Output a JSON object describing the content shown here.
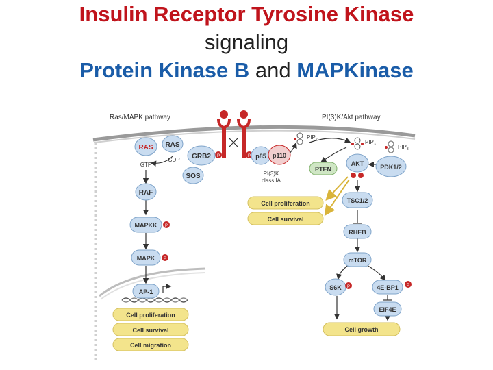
{
  "title": {
    "line1": "Insulin Receptor Tyrosine Kinase",
    "line2": "signaling",
    "line3_a": "Protein Kinase B",
    "line3_b": " and ",
    "line3_c": "MAPKinase"
  },
  "pathways": {
    "left": "Ras/MAPK pathway",
    "right": "PI(3)K/Akt pathway"
  },
  "nodes": {
    "ras_gtp": "RAS",
    "ras_gdp": "RAS",
    "gtp": "GTP",
    "gdp": "GDP",
    "grb2": "GRB2",
    "sos": "SOS",
    "p85": "p85",
    "p110": "p110",
    "pi3k_line1": "PI(3)K",
    "pi3k_line2": "class IA",
    "pip2": "PIP",
    "pip2_sub": "2",
    "pip3a": "PIP",
    "pip3a_sub": "3",
    "pip3b": "PIP",
    "pip3b_sub": "3",
    "pten": "PTEN",
    "akt": "AKT",
    "pdk": "PDK1/2",
    "raf": "RAF",
    "mapkk": "MAPKK",
    "mapk": "MAPK",
    "ap1": "AP-1",
    "tsc": "TSC1/2",
    "rheb": "RHEB",
    "mtor": "mTOR",
    "s6k": "S6K",
    "ebp1": "4E-BP1",
    "eif4e": "EIF4E",
    "p": "P"
  },
  "outcomes": {
    "mid_prolif": "Cell proliferation",
    "mid_survival": "Cell survival",
    "nuc_prolif": "Cell proliferation",
    "nuc_survival": "Cell survival",
    "nuc_migration": "Cell migration",
    "growth": "Cell growth"
  },
  "colors": {
    "title_red": "#c0141c",
    "title_blue": "#1a5ca8",
    "node_blue": "#c9dcf0",
    "node_stroke": "#7ea3c9",
    "pten_green": "#cfe6c4",
    "outcome_yellow": "#f3e48c",
    "receptor_red": "#c62828"
  }
}
